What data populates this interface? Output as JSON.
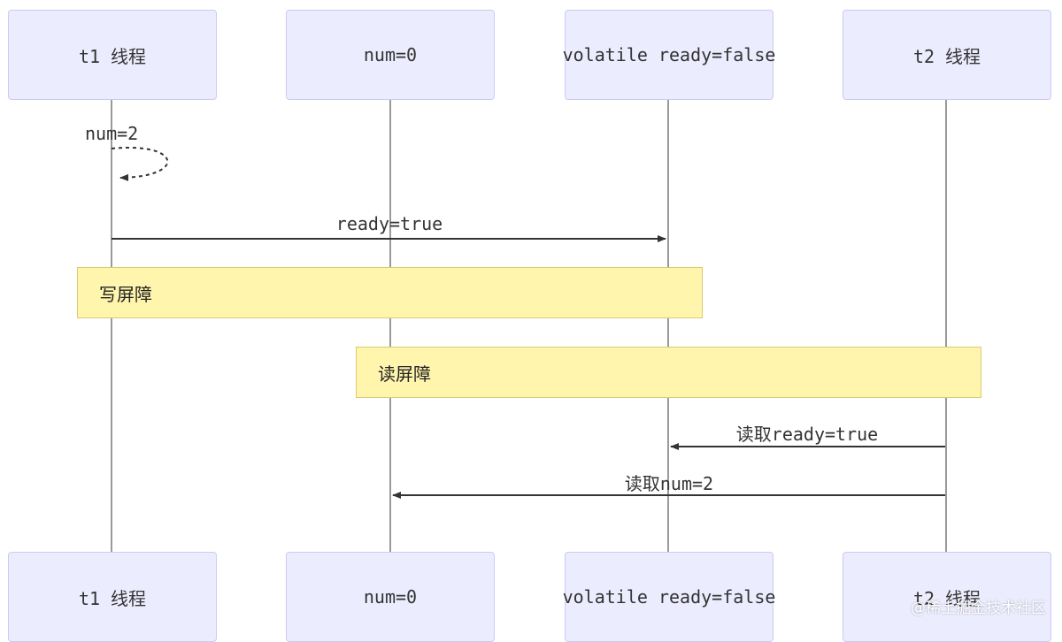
{
  "participants": [
    {
      "id": "t1",
      "label": "t1 线程"
    },
    {
      "id": "num",
      "label": "num=0"
    },
    {
      "id": "ready",
      "label": "volatile ready=false"
    },
    {
      "id": "t2",
      "label": "t2 线程"
    }
  ],
  "messages": [
    {
      "label": "num=2",
      "from": "t1",
      "to": "t1",
      "style": "dashed-self"
    },
    {
      "label": "ready=true",
      "from": "t1",
      "to": "ready",
      "style": "solid"
    },
    {
      "label": "读取ready=true",
      "from": "t2",
      "to": "ready",
      "style": "solid"
    },
    {
      "label": "读取num=2",
      "from": "t2",
      "to": "num",
      "style": "solid"
    }
  ],
  "notes": [
    {
      "label": "写屏障",
      "over": [
        "t1",
        "ready"
      ]
    },
    {
      "label": "读屏障",
      "over": [
        "num",
        "t2"
      ]
    }
  ],
  "watermark": "@稀土掘金技术社区",
  "colors": {
    "actor_fill": "#ececff",
    "actor_border": "#cbcbf3",
    "note_fill": "#fff5ad",
    "note_border": "#d8cc6f",
    "line": "#333333"
  }
}
